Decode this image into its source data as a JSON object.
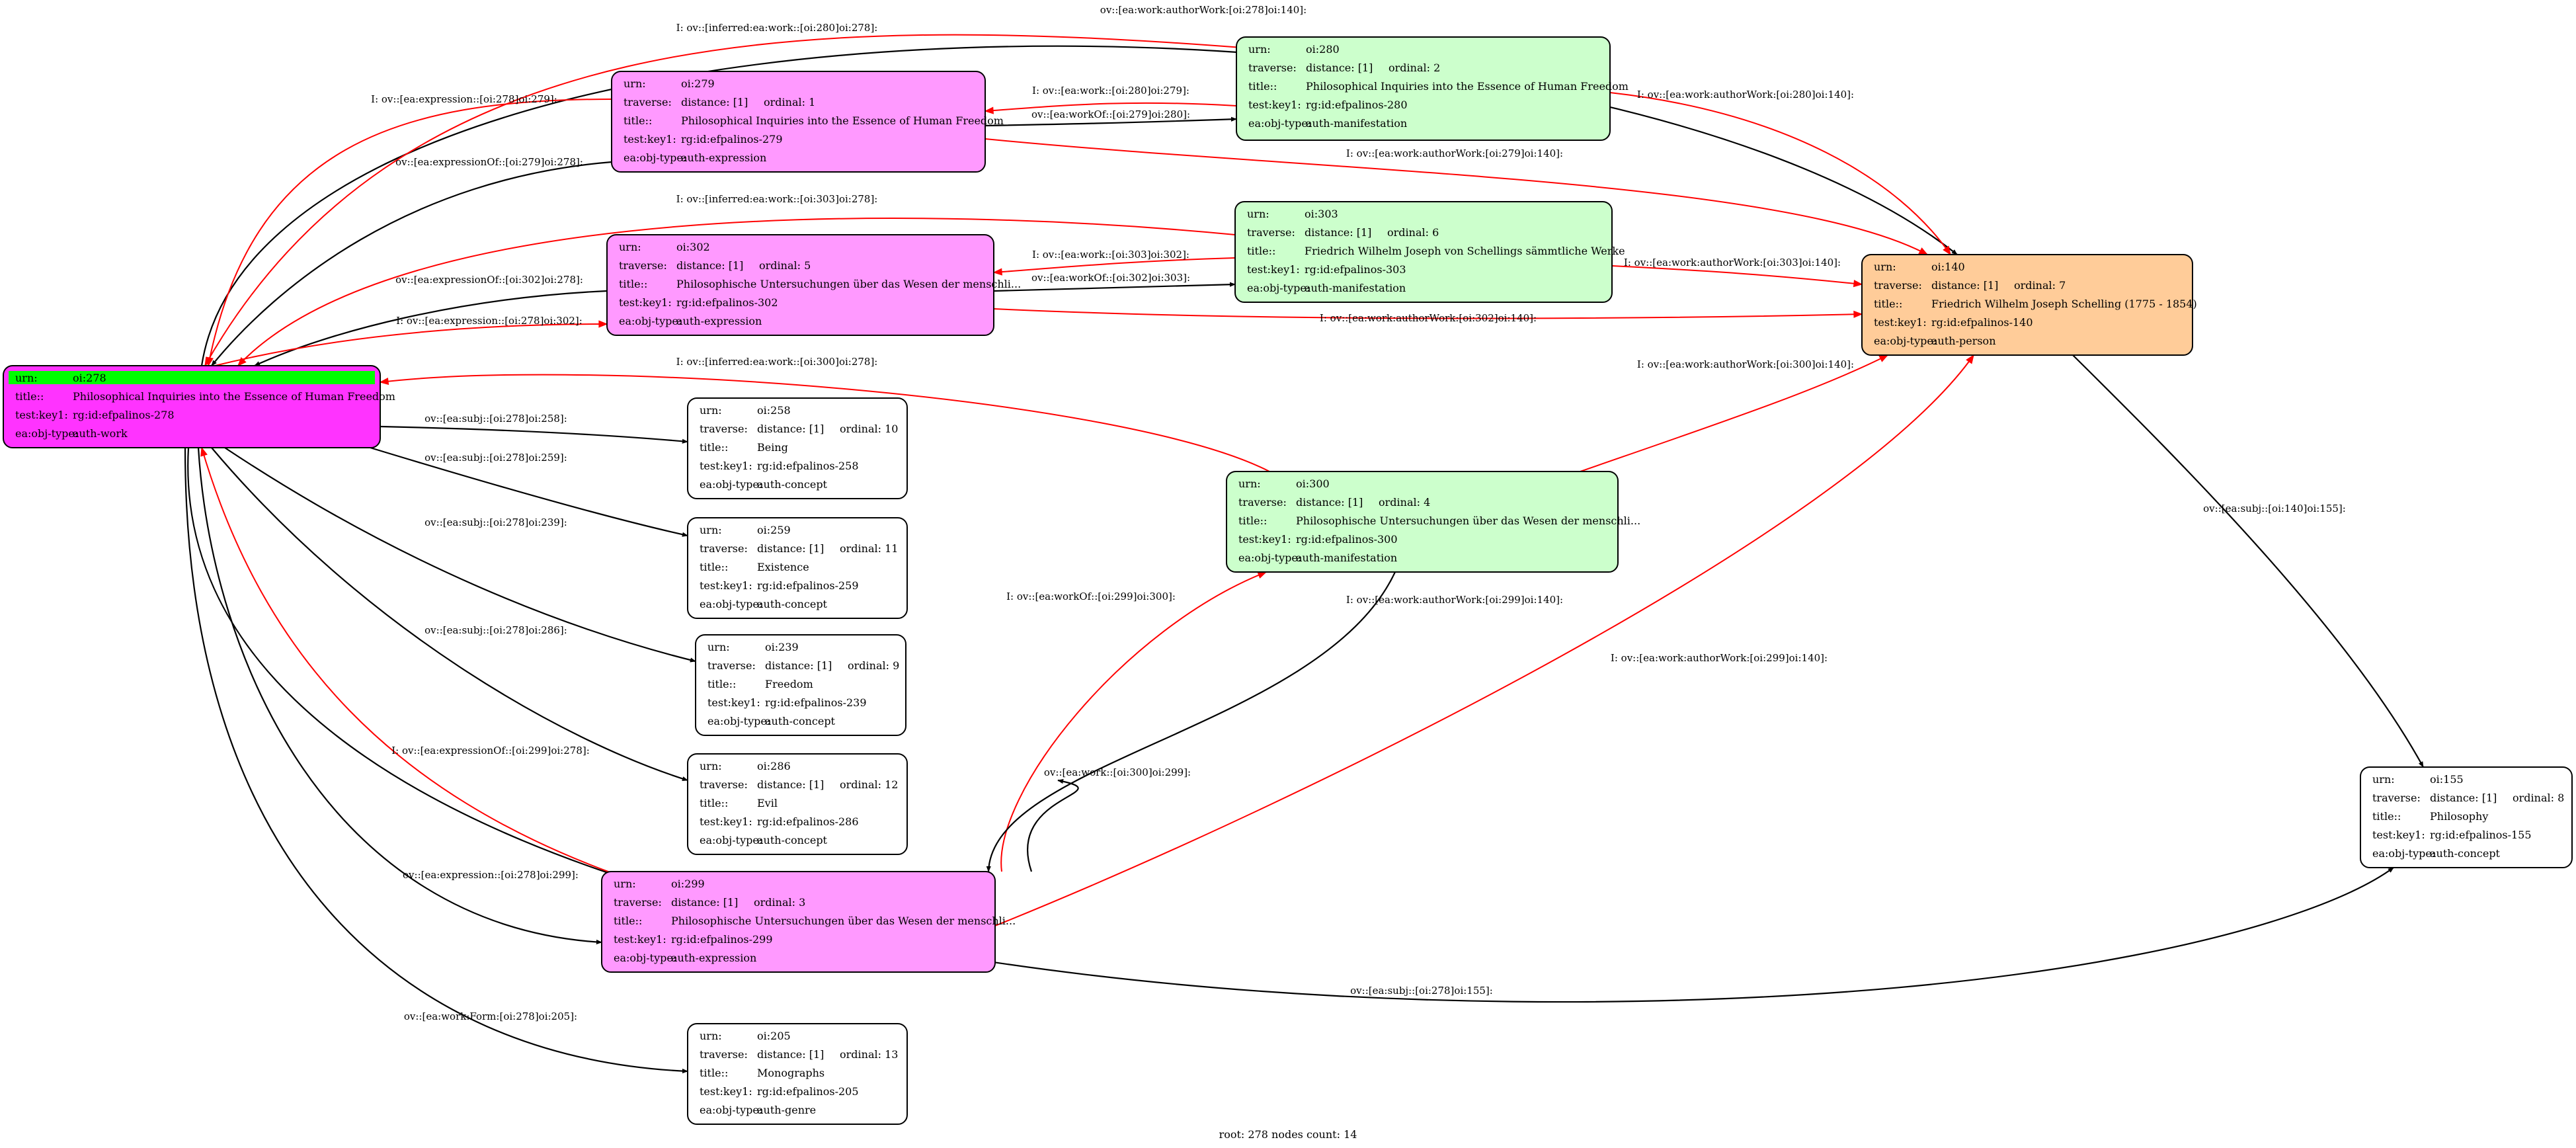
{
  "caption": "root: 278 nodes count: 14",
  "colors": {
    "black_edge": "#000000",
    "red_edge": "#ff0000",
    "expression_fill": "#ff99ff",
    "manifestation_fill": "#ccffcc",
    "person_fill": "#ffcc99",
    "work_fill": "#ff33ff",
    "concept_fill": "#ffffff",
    "highlight": "#00ff00"
  },
  "nodes": [
    {
      "id": "oi278",
      "kind": "work",
      "rows": [
        {
          "k": "urn:",
          "v": "oi:278"
        },
        {
          "k": "title::",
          "v": "Philosophical Inquiries into the Essence of Human Freedom"
        },
        {
          "k": "test:key1:",
          "v": "rg:id:efpalinos-278"
        },
        {
          "k": "ea:obj-type:",
          "v": "auth-work"
        }
      ]
    },
    {
      "id": "oi279",
      "kind": "expression",
      "rows": [
        {
          "k": "urn:",
          "v": "oi:279"
        },
        {
          "k": "traverse:",
          "v": "distance: [1]",
          "v2": "ordinal: 1"
        },
        {
          "k": "title::",
          "v": "Philosophical Inquiries into the Essence of Human Freedom"
        },
        {
          "k": "test:key1:",
          "v": "rg:id:efpalinos-279"
        },
        {
          "k": "ea:obj-type:",
          "v": "auth-expression"
        }
      ]
    },
    {
      "id": "oi280",
      "kind": "manifestation",
      "rows": [
        {
          "k": "urn:",
          "v": "oi:280"
        },
        {
          "k": "traverse:",
          "v": "distance: [1]",
          "v2": "ordinal: 2"
        },
        {
          "k": "title::",
          "v": "Philosophical Inquiries into the Essence of Human Freedom"
        },
        {
          "k": "test:key1:",
          "v": "rg:id:efpalinos-280"
        },
        {
          "k": "ea:obj-type:",
          "v": "auth-manifestation"
        }
      ]
    },
    {
      "id": "oi302",
      "kind": "expression",
      "rows": [
        {
          "k": "urn:",
          "v": "oi:302"
        },
        {
          "k": "traverse:",
          "v": "distance: [1]",
          "v2": "ordinal: 5"
        },
        {
          "k": "title::",
          "v": "Philosophische Untersuchungen über das Wesen der menschli..."
        },
        {
          "k": "test:key1:",
          "v": "rg:id:efpalinos-302"
        },
        {
          "k": "ea:obj-type:",
          "v": "auth-expression"
        }
      ]
    },
    {
      "id": "oi303",
      "kind": "manifestation",
      "rows": [
        {
          "k": "urn:",
          "v": "oi:303"
        },
        {
          "k": "traverse:",
          "v": "distance: [1]",
          "v2": "ordinal: 6"
        },
        {
          "k": "title::",
          "v": "Friedrich Wilhelm Joseph von Schellings sämmtliche Werke"
        },
        {
          "k": "test:key1:",
          "v": "rg:id:efpalinos-303"
        },
        {
          "k": "ea:obj-type:",
          "v": "auth-manifestation"
        }
      ]
    },
    {
      "id": "oi140",
      "kind": "person",
      "rows": [
        {
          "k": "urn:",
          "v": "oi:140"
        },
        {
          "k": "traverse:",
          "v": "distance: [1]",
          "v2": "ordinal: 7"
        },
        {
          "k": "title::",
          "v": "Friedrich Wilhelm Joseph Schelling (1775 - 1854)"
        },
        {
          "k": "test:key1:",
          "v": "rg:id:efpalinos-140"
        },
        {
          "k": "ea:obj-type:",
          "v": "auth-person"
        }
      ]
    },
    {
      "id": "oi258",
      "kind": "concept",
      "rows": [
        {
          "k": "urn:",
          "v": "oi:258"
        },
        {
          "k": "traverse:",
          "v": "distance: [1]",
          "v2": "ordinal: 10"
        },
        {
          "k": "title::",
          "v": "Being"
        },
        {
          "k": "test:key1:",
          "v": "rg:id:efpalinos-258"
        },
        {
          "k": "ea:obj-type:",
          "v": "auth-concept"
        }
      ]
    },
    {
      "id": "oi259",
      "kind": "concept",
      "rows": [
        {
          "k": "urn:",
          "v": "oi:259"
        },
        {
          "k": "traverse:",
          "v": "distance: [1]",
          "v2": "ordinal: 11"
        },
        {
          "k": "title::",
          "v": "Existence"
        },
        {
          "k": "test:key1:",
          "v": "rg:id:efpalinos-259"
        },
        {
          "k": "ea:obj-type:",
          "v": "auth-concept"
        }
      ]
    },
    {
      "id": "oi239",
      "kind": "concept",
      "rows": [
        {
          "k": "urn:",
          "v": "oi:239"
        },
        {
          "k": "traverse:",
          "v": "distance: [1]",
          "v2": "ordinal: 9"
        },
        {
          "k": "title::",
          "v": "Freedom"
        },
        {
          "k": "test:key1:",
          "v": "rg:id:efpalinos-239"
        },
        {
          "k": "ea:obj-type:",
          "v": "auth-concept"
        }
      ]
    },
    {
      "id": "oi286",
      "kind": "concept",
      "rows": [
        {
          "k": "urn:",
          "v": "oi:286"
        },
        {
          "k": "traverse:",
          "v": "distance: [1]",
          "v2": "ordinal: 12"
        },
        {
          "k": "title::",
          "v": "Evil"
        },
        {
          "k": "test:key1:",
          "v": "rg:id:efpalinos-286"
        },
        {
          "k": "ea:obj-type:",
          "v": "auth-concept"
        }
      ]
    },
    {
      "id": "oi300",
      "kind": "manifestation",
      "rows": [
        {
          "k": "urn:",
          "v": "oi:300"
        },
        {
          "k": "traverse:",
          "v": "distance: [1]",
          "v2": "ordinal: 4"
        },
        {
          "k": "title::",
          "v": "Philosophische Untersuchungen über das Wesen der menschli..."
        },
        {
          "k": "test:key1:",
          "v": "rg:id:efpalinos-300"
        },
        {
          "k": "ea:obj-type:",
          "v": "auth-manifestation"
        }
      ]
    },
    {
      "id": "oi299",
      "kind": "expression",
      "rows": [
        {
          "k": "urn:",
          "v": "oi:299"
        },
        {
          "k": "traverse:",
          "v": "distance: [1]",
          "v2": "ordinal: 3"
        },
        {
          "k": "title::",
          "v": "Philosophische Untersuchungen über das Wesen der menschli..."
        },
        {
          "k": "test:key1:",
          "v": "rg:id:efpalinos-299"
        },
        {
          "k": "ea:obj-type:",
          "v": "auth-expression"
        }
      ]
    },
    {
      "id": "oi155",
      "kind": "concept",
      "rows": [
        {
          "k": "urn:",
          "v": "oi:155"
        },
        {
          "k": "traverse:",
          "v": "distance: [1]",
          "v2": "ordinal: 8"
        },
        {
          "k": "title::",
          "v": "Philosophy"
        },
        {
          "k": "test:key1:",
          "v": "rg:id:efpalinos-155"
        },
        {
          "k": "ea:obj-type:",
          "v": "auth-concept"
        }
      ]
    },
    {
      "id": "oi205",
      "kind": "concept",
      "rows": [
        {
          "k": "urn:",
          "v": "oi:205"
        },
        {
          "k": "traverse:",
          "v": "distance: [1]",
          "v2": "ordinal: 13"
        },
        {
          "k": "title::",
          "v": "Monographs"
        },
        {
          "k": "test:key1:",
          "v": "rg:id:efpalinos-205"
        },
        {
          "k": "ea:obj-type:",
          "v": "auth-genre"
        }
      ]
    }
  ],
  "edges": [
    {
      "id": "e1",
      "label": "ov::[ea:work:authorWork:[oi:278]oi:140]:",
      "color": "black"
    },
    {
      "id": "e2",
      "label": "I: ov::[inferred:ea:work::[oi:280]oi:278]:",
      "color": "red"
    },
    {
      "id": "e3",
      "label": "I: ov::[ea:expression::[oi:278]oi:279]:",
      "color": "red"
    },
    {
      "id": "e4",
      "label": "ov::[ea:expressionOf::[oi:279]oi:278]:",
      "color": "black"
    },
    {
      "id": "e5",
      "label": "I: ov::[ea:work::[oi:280]oi:279]:",
      "color": "red"
    },
    {
      "id": "e6",
      "label": "ov::[ea:workOf::[oi:279]oi:280]:",
      "color": "black"
    },
    {
      "id": "e7",
      "label": "I: ov::[ea:work:authorWork:[oi:280]oi:140]:",
      "color": "red"
    },
    {
      "id": "e8",
      "label": "I: ov::[ea:work:authorWork:[oi:279]oi:140]:",
      "color": "red"
    },
    {
      "id": "e9",
      "label": "I: ov::[inferred:ea:work::[oi:303]oi:278]:",
      "color": "red"
    },
    {
      "id": "e10",
      "label": "ov::[ea:expressionOf::[oi:302]oi:278]:",
      "color": "black"
    },
    {
      "id": "e11",
      "label": "I: ov::[ea:expression::[oi:278]oi:302]:",
      "color": "red"
    },
    {
      "id": "e12",
      "label": "I: ov::[ea:work::[oi:303]oi:302]:",
      "color": "red"
    },
    {
      "id": "e13",
      "label": "ov::[ea:workOf::[oi:302]oi:303]:",
      "color": "black"
    },
    {
      "id": "e14",
      "label": "I: ov::[ea:work:authorWork:[oi:303]oi:140]:",
      "color": "red"
    },
    {
      "id": "e15",
      "label": "I: ov::[ea:work:authorWork:[oi:302]oi:140]:",
      "color": "red"
    },
    {
      "id": "e16",
      "label": "I: ov::[inferred:ea:work::[oi:300]oi:278]:",
      "color": "red"
    },
    {
      "id": "e17",
      "label": "I: ov::[ea:work:authorWork:[oi:300]oi:140]:",
      "color": "red"
    },
    {
      "id": "e18",
      "label": "ov::[ea:subj::[oi:278]oi:258]:",
      "color": "black"
    },
    {
      "id": "e19",
      "label": "ov::[ea:subj::[oi:278]oi:259]:",
      "color": "black"
    },
    {
      "id": "e20",
      "label": "ov::[ea:subj::[oi:278]oi:239]:",
      "color": "black"
    },
    {
      "id": "e21",
      "label": "ov::[ea:subj::[oi:278]oi:286]:",
      "color": "black"
    },
    {
      "id": "e22",
      "label": "I: ov::[ea:expressionOf::[oi:299]oi:278]:",
      "color": "red"
    },
    {
      "id": "e23",
      "label": "ov::[ea:expression::[oi:278]oi:299]:",
      "color": "black"
    },
    {
      "id": "e24",
      "label": "I: ov::[ea:workOf::[oi:299]oi:300]:",
      "color": "red"
    },
    {
      "id": "e25",
      "label": "I: ov::[ea:work:authorWork:[oi:299]oi:140]:",
      "color": "black"
    },
    {
      "id": "e26",
      "label": "ov::[ea:work::[oi:300]oi:299]:",
      "color": "black"
    },
    {
      "id": "e27",
      "label": "I: ov::[ea:work:authorWork:[oi:299]oi:140]:",
      "color": "red"
    },
    {
      "id": "e28",
      "label": "ov::[ea:subj::[oi:140]oi:155]:",
      "color": "black"
    },
    {
      "id": "e29",
      "label": "ov::[ea:subj::[oi:278]oi:155]:",
      "color": "black"
    },
    {
      "id": "e30",
      "label": "ov::[ea:work:Form:[oi:278]oi:205]:",
      "color": "black"
    }
  ]
}
